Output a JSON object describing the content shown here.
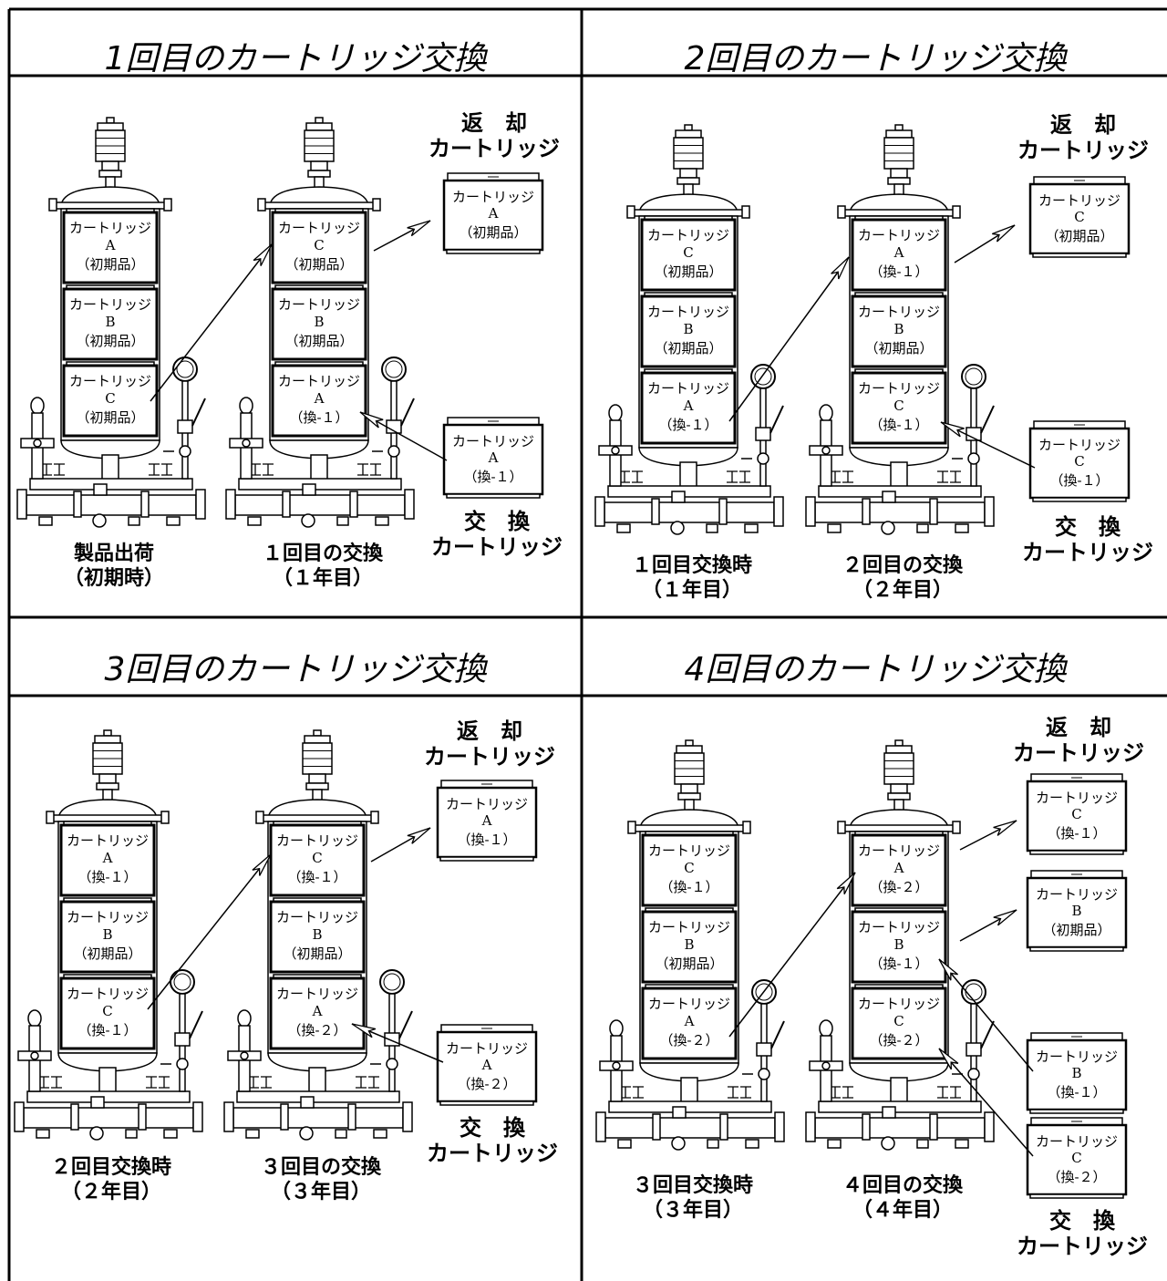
{
  "panels": [
    {
      "title": "1回目のカートリッジ交換",
      "returned_label": {
        "line1": "返　却",
        "line2": "カートリッジ"
      },
      "exchange_label": {
        "line1": "交　換",
        "line2": "カートリッジ"
      },
      "housings": [
        {
          "caption": {
            "line1": "製品出荷",
            "line2": "（初期時）"
          },
          "cartridges": [
            {
              "name": "カートリッジ",
              "letter": "A",
              "status": "（初期品）"
            },
            {
              "name": "カートリッジ",
              "letter": "B",
              "status": "（初期品）"
            },
            {
              "name": "カートリッジ",
              "letter": "C",
              "status": "（初期品）"
            }
          ]
        },
        {
          "caption": {
            "line1": "１回目の交換",
            "line2": "（１年目）"
          },
          "cartridges": [
            {
              "name": "カートリッジ",
              "letter": "C",
              "status": "（初期品）"
            },
            {
              "name": "カートリッジ",
              "letter": "B",
              "status": "（初期品）"
            },
            {
              "name": "カートリッジ",
              "letter": "A",
              "status": "（換-１）"
            }
          ]
        }
      ],
      "returned": [
        {
          "name": "カートリッジ",
          "letter": "A",
          "status": "（初期品）"
        }
      ],
      "exchange": [
        {
          "name": "カートリッジ",
          "letter": "A",
          "status": "（換-１）"
        }
      ]
    },
    {
      "title": "2回目のカートリッジ交換",
      "returned_label": {
        "line1": "返　却",
        "line2": "カートリッジ"
      },
      "exchange_label": {
        "line1": "交　換",
        "line2": "カートリッジ"
      },
      "housings": [
        {
          "caption": {
            "line1": "１回目交換時",
            "line2": "（１年目）"
          },
          "cartridges": [
            {
              "name": "カートリッジ",
              "letter": "C",
              "status": "（初期品）"
            },
            {
              "name": "カートリッジ",
              "letter": "B",
              "status": "（初期品）"
            },
            {
              "name": "カートリッジ",
              "letter": "A",
              "status": "（換-１）"
            }
          ]
        },
        {
          "caption": {
            "line1": "２回目の交換",
            "line2": "（２年目）"
          },
          "cartridges": [
            {
              "name": "カートリッジ",
              "letter": "A",
              "status": "（換-１）"
            },
            {
              "name": "カートリッジ",
              "letter": "B",
              "status": "（初期品）"
            },
            {
              "name": "カートリッジ",
              "letter": "C",
              "status": "（換-１）"
            }
          ]
        }
      ],
      "returned": [
        {
          "name": "カートリッジ",
          "letter": "C",
          "status": "（初期品）"
        }
      ],
      "exchange": [
        {
          "name": "カートリッジ",
          "letter": "C",
          "status": "（換-１）"
        }
      ]
    },
    {
      "title": "3回目のカートリッジ交換",
      "returned_label": {
        "line1": "返　却",
        "line2": "カートリッジ"
      },
      "exchange_label": {
        "line1": "交　換",
        "line2": "カートリッジ"
      },
      "housings": [
        {
          "caption": {
            "line1": "２回目交換時",
            "line2": "（２年目）"
          },
          "cartridges": [
            {
              "name": "カートリッジ",
              "letter": "A",
              "status": "（換-１）"
            },
            {
              "name": "カートリッジ",
              "letter": "B",
              "status": "（初期品）"
            },
            {
              "name": "カートリッジ",
              "letter": "C",
              "status": "（換-１）"
            }
          ]
        },
        {
          "caption": {
            "line1": "３回目の交換",
            "line2": "（３年目）"
          },
          "cartridges": [
            {
              "name": "カートリッジ",
              "letter": "C",
              "status": "（換-１）"
            },
            {
              "name": "カートリッジ",
              "letter": "B",
              "status": "（初期品）"
            },
            {
              "name": "カートリッジ",
              "letter": "A",
              "status": "（換-２）"
            }
          ]
        }
      ],
      "returned": [
        {
          "name": "カートリッジ",
          "letter": "A",
          "status": "（換-１）"
        }
      ],
      "exchange": [
        {
          "name": "カートリッジ",
          "letter": "A",
          "status": "（換-２）"
        }
      ]
    },
    {
      "title": "4回目のカートリッジ交換",
      "returned_label": {
        "line1": "返　却",
        "line2": "カートリッジ"
      },
      "exchange_label": {
        "line1": "交　換",
        "line2": "カートリッジ"
      },
      "housings": [
        {
          "caption": {
            "line1": "３回目交換時",
            "line2": "（３年目）"
          },
          "cartridges": [
            {
              "name": "カートリッジ",
              "letter": "C",
              "status": "（換-１）"
            },
            {
              "name": "カートリッジ",
              "letter": "B",
              "status": "（初期品）"
            },
            {
              "name": "カートリッジ",
              "letter": "A",
              "status": "（換-２）"
            }
          ]
        },
        {
          "caption": {
            "line1": "４回目の交換",
            "line2": "（４年目）"
          },
          "cartridges": [
            {
              "name": "カートリッジ",
              "letter": "A",
              "status": "（換-２）"
            },
            {
              "name": "カートリッジ",
              "letter": "B",
              "status": "（換-１）"
            },
            {
              "name": "カートリッジ",
              "letter": "C",
              "status": "（換-２）"
            }
          ]
        }
      ],
      "returned": [
        {
          "name": "カートリッジ",
          "letter": "C",
          "status": "（換-１）"
        },
        {
          "name": "カートリッジ",
          "letter": "B",
          "status": "（初期品）"
        }
      ],
      "exchange": [
        {
          "name": "カートリッジ",
          "letter": "B",
          "status": "（換-１）"
        },
        {
          "name": "カートリッジ",
          "letter": "C",
          "status": "（換-２）"
        }
      ]
    }
  ]
}
